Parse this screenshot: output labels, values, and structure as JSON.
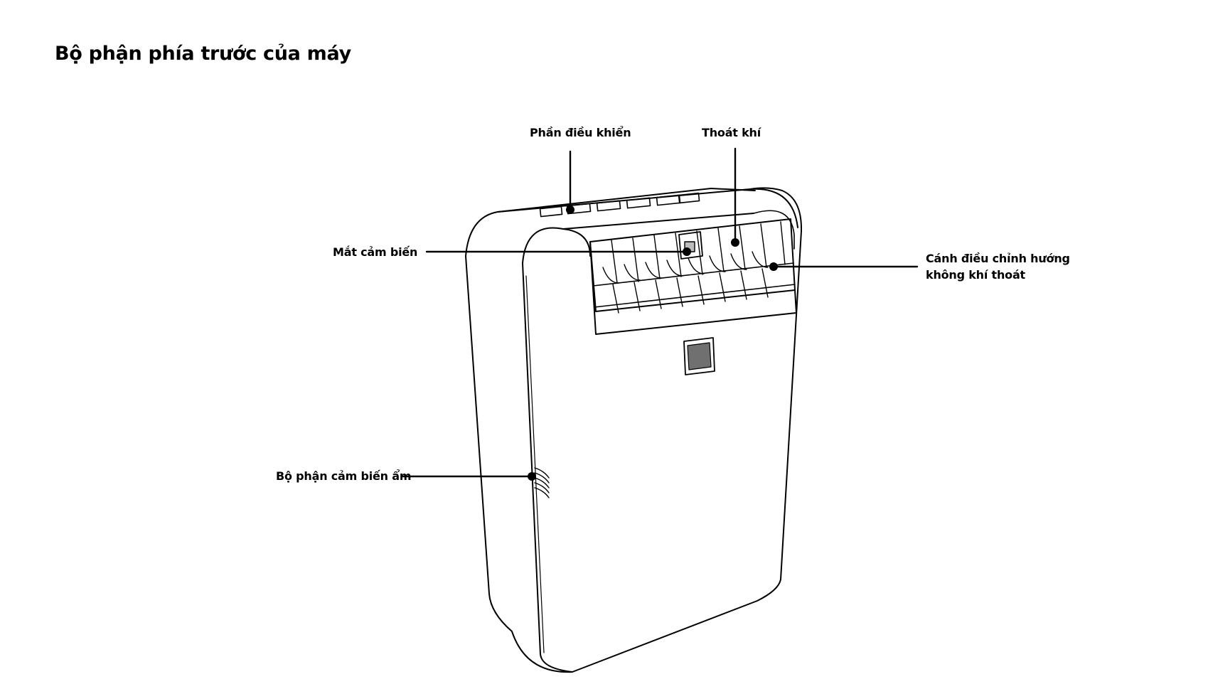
{
  "title": "Bộ phận phía trước của máy",
  "labels": {
    "control_panel": "Phần điều khiển",
    "air_outlet": "Thoát khí",
    "sensor_eye": "Mắt cảm biến",
    "louver_line1": "Cánh điều chỉnh hướng",
    "louver_line2": "không khí thoát",
    "humidity_sensor": "Bộ phận cảm biến ẩm"
  },
  "colors": {
    "line": "#000000",
    "display_window": "#707070",
    "background": "#ffffff"
  }
}
